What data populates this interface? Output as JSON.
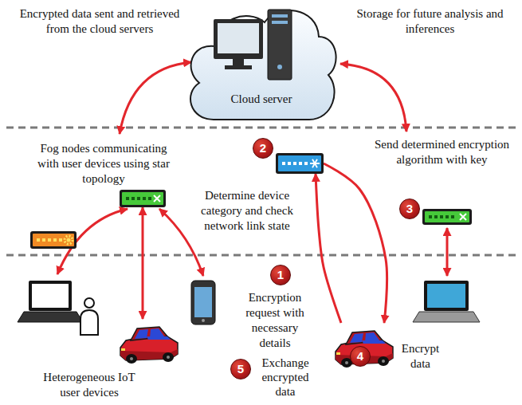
{
  "diagram": {
    "nodes": [
      {
        "text": [
          "Cloud server"
        ]
      },
      {
        "text": [
          "Fog nodes communicating with user devices using star topology"
        ]
      },
      {
        "text": [
          "Determine device category and check network link state"
        ]
      },
      {
        "text": [
          "Send determined encryption algorithm with key"
        ]
      },
      {
        "text": [
          "Heterogeneous IoT user devices"
        ]
      },
      {
        "text": [
          "Encrypt data"
        ]
      }
    ],
    "edges": [
      {
        "from": 1,
        "to": 4,
        "arrow": "both"
      },
      {
        "from": 5,
        "to": 2,
        "arrow": "to"
      },
      {
        "from": 2,
        "to": 5,
        "arrow": "to"
      }
    ],
    "labels": [
      "Encrypted data sent and retrieved from the cloud servers",
      "Storage for future analysis and inferences",
      "1",
      "Encryption request with necessary details",
      "2",
      "3",
      "4",
      "5",
      "Exchange encrypted data"
    ]
  }
}
